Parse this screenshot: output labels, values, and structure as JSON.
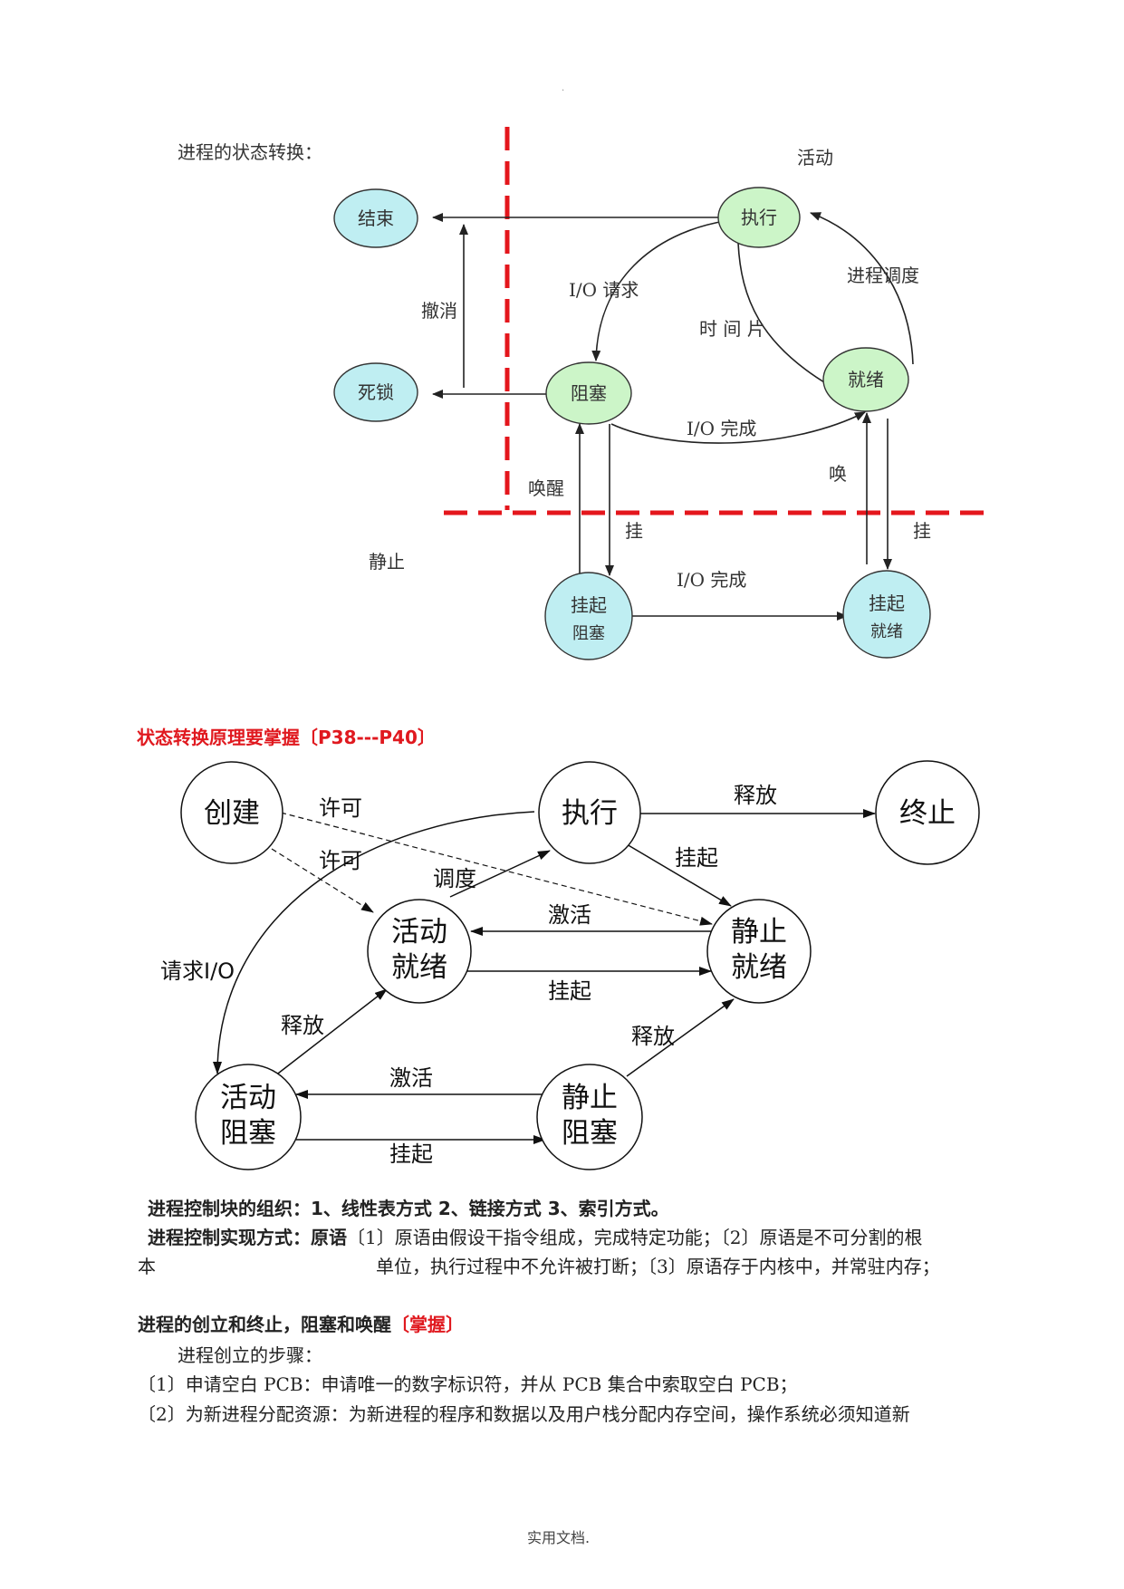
{
  "intro": "进程的状态转换：",
  "diagram1": {
    "zone_active": "活动",
    "zone_static": "静止",
    "nodes": {
      "end": "结束",
      "deadlock": "死锁",
      "exec": "执行",
      "block": "阻塞",
      "ready": "就绪",
      "susp_block_1": "挂起",
      "susp_block_2": "阻塞",
      "susp_ready_1": "挂起",
      "susp_ready_2": "就绪"
    },
    "labels": {
      "cancel": "撤消",
      "io_request": "I/O 请求",
      "timeslice": "时 间 片",
      "dispatch": "进程调度",
      "io_done": "I/O 完成",
      "wake_left": "唤醒",
      "wake_right": "唤",
      "hang_left": "挂",
      "hang_right": "挂",
      "io_done_bottom": "I/O 完成"
    },
    "colors": {
      "green": "#ccf5c8",
      "blue": "#bfeef2",
      "dash": "#e4161c"
    }
  },
  "heading_red": "状态转换原理要掌握〔P38---P40〕",
  "diagram2": {
    "nodes": {
      "create": "创建",
      "exec": "执行",
      "terminate": "终止",
      "active_ready_1": "活动",
      "active_ready_2": "就绪",
      "static_ready_1": "静止",
      "static_ready_2": "就绪",
      "active_block_1": "活动",
      "active_block_2": "阻塞",
      "static_block_1": "静止",
      "static_block_2": "阻塞"
    },
    "labels": {
      "permit_1": "许可",
      "permit_2": "许可",
      "release_top": "释放",
      "suspend_top": "挂起",
      "schedule": "调度",
      "activate_mid": "激活",
      "suspend_mid": "挂起",
      "request_io": "请求I/O",
      "release_left": "释放",
      "release_right": "释放",
      "activate_bottom": "激活",
      "suspend_bottom": "挂起"
    }
  },
  "pcb_org": {
    "title": "进程控制块的组织：",
    "content": "1、线性表方式  2、链接方式  3、索引方式。"
  },
  "pcb_impl": {
    "title": "进程控制实现方式：",
    "term": "原语",
    "text_1": "〔1〕原语由假设干指令组成，完成特定功能；〔2〕原语是不可分割的根",
    "wrap": "本",
    "text_2": "单位，执行过程中不允许被打断；〔3〕原语存于内核中，并常驻内存；"
  },
  "section2": {
    "title": "进程的创立和终止，阻塞和唤醒",
    "tag": "〔掌握〕",
    "steps_intro": "进程创立的步骤：",
    "step1": "〔1〕申请空白 PCB：申请唯一的数字标识符，并从 PCB 集合中索取空白 PCB；",
    "step2": "〔2〕为新进程分配资源：为新进程的程序和数据以及用户栈分配内存空间，操作系统必须知道新"
  },
  "footer": "实用文档."
}
